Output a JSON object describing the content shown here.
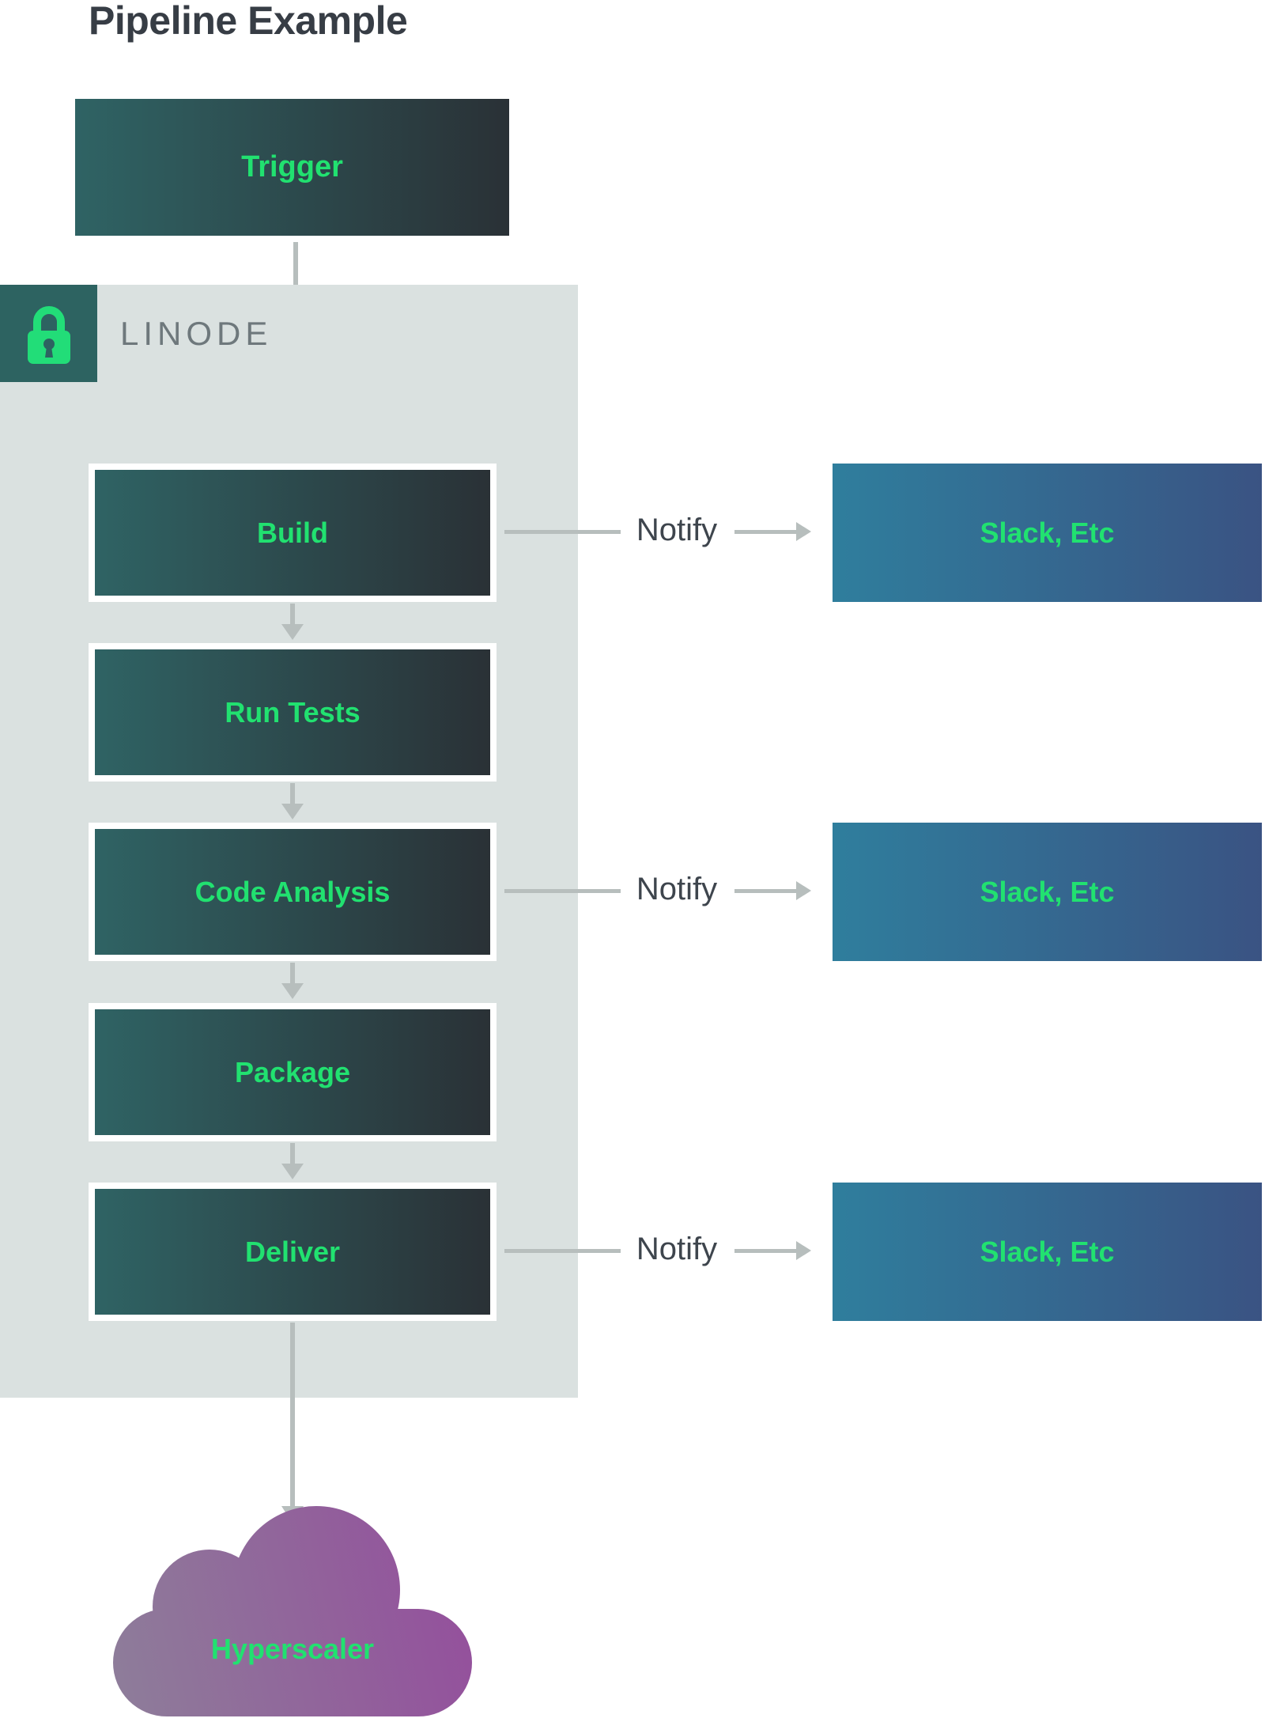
{
  "title": "Pipeline Example",
  "trigger": {
    "label": "Trigger"
  },
  "linode_panel": {
    "label": "LINODE"
  },
  "stages": [
    {
      "id": "build",
      "label": "Build",
      "notifies": true
    },
    {
      "id": "run-tests",
      "label": "Run Tests",
      "notifies": false
    },
    {
      "id": "code-analysis",
      "label": "Code Analysis",
      "notifies": true
    },
    {
      "id": "package",
      "label": "Package",
      "notifies": false
    },
    {
      "id": "deliver",
      "label": "Deliver",
      "notifies": true
    }
  ],
  "notify_label": "Notify",
  "notification_target": {
    "label": "Slack, Etc"
  },
  "cloud": {
    "label": "Hyperscaler"
  },
  "colors": {
    "title_text": "#373d45",
    "stage_gradient_left": "#2f6364",
    "stage_gradient_right": "#2a3136",
    "stage_text_green": "#21e170",
    "linode_panel_bg": "#dae1e0",
    "lock_badge_bg": "#2d6361",
    "lock_icon_green": "#22dd78",
    "linode_text": "#6e787c",
    "notify_text": "#3e454d",
    "arrow_gray": "#b7bebd",
    "slack_gradient_left": "#2f7e9d",
    "slack_gradient_right": "#3a5383",
    "cloud_gradient_left": "#8e7c9a",
    "cloud_gradient_right": "#944f9c"
  }
}
